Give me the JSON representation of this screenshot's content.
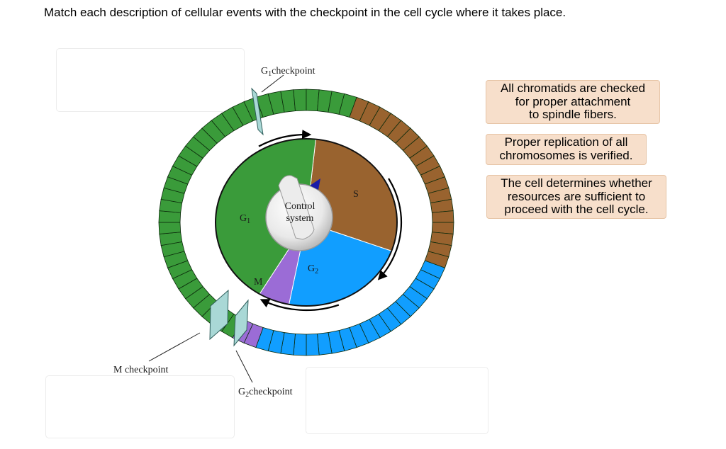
{
  "instructions": "Match each description of cellular events with the checkpoint in the cell cycle where it takes place.",
  "cards": [
    "All chromatids are checked\nfor proper attachment\nto spindle fibers.",
    "Proper replication of all\nchromosomes is verified.",
    "The cell determines whether\nresources are sufficient to\nproceed with the cell cycle."
  ],
  "diagram": {
    "g1_checkpoint": {
      "main": "G",
      "sub": "1",
      "rest": "checkpoint"
    },
    "m_checkpoint": "M checkpoint",
    "g2_checkpoint": {
      "main": "G",
      "sub": "2",
      "rest": "checkpoint"
    },
    "control_system": {
      "line1": "Control",
      "line2": "system"
    },
    "phase_g1": {
      "main": "G",
      "sub": "1"
    },
    "phase_s": "S",
    "phase_g2": {
      "main": "G",
      "sub": "2"
    },
    "phase_m": "M"
  },
  "colors": {
    "g1_green": "#3a9b3a",
    "s_brown": "#99632f",
    "g2_blue": "#119eff",
    "m_purple": "#9b6cd6",
    "checkpoint_teal": "#a9d8d6",
    "card_bg": "#f7dfcb"
  }
}
